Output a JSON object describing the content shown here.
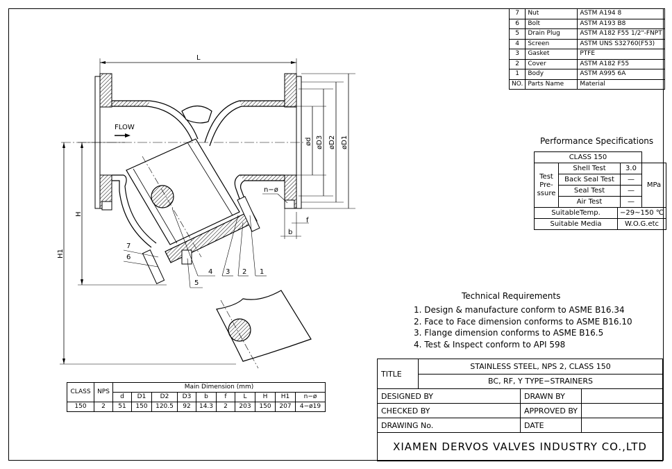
{
  "parts_list": {
    "header": {
      "no": "NO.",
      "name": "Parts Name",
      "material": "Material"
    },
    "rows": [
      {
        "no": "7",
        "name": "Nut",
        "material": "ASTM A194 8"
      },
      {
        "no": "6",
        "name": "Bolt",
        "material": "ASTM A193 B8"
      },
      {
        "no": "5",
        "name": "Drain Plug",
        "material": "ASTM A182 F55 1/2\"-FNPT"
      },
      {
        "no": "4",
        "name": "Screen",
        "material": "ASTM UNS S32760(F53)"
      },
      {
        "no": "3",
        "name": "Gasket",
        "material": "PTFE"
      },
      {
        "no": "2",
        "name": "Cover",
        "material": "ASTM A182 F55"
      },
      {
        "no": "1",
        "name": "Body",
        "material": "ASTM A995 6A"
      }
    ]
  },
  "performance": {
    "title": "Performance Specifications",
    "class": "CLASS 150",
    "test_pressure_label": "Test Pre- ssure",
    "tests": [
      {
        "name": "Shell Test",
        "value": "3.0"
      },
      {
        "name": "Back Seal Test",
        "value": "—"
      },
      {
        "name": "Seal Test",
        "value": "—"
      },
      {
        "name": "Air Test",
        "value": "—"
      }
    ],
    "unit": "MPa",
    "temp_label": "SuitableTemp.",
    "temp_value": "−29~150 ℃",
    "media_label": "Suitable Media",
    "media_value": "W.O.G.etc"
  },
  "technical": {
    "title": "Technical Requirements",
    "items": [
      "1. Design & manufacture conform to ASME B16.34",
      "2. Face to Face dimension conforms to ASME B16.10",
      "3. Flange dimension conforms to ASME B16.5",
      "4. Test & Inspect conform to API 598"
    ]
  },
  "dimensions": {
    "class_label": "CLASS",
    "nps_label": "NPS",
    "main_label": "Main Dimension (mm)",
    "columns": [
      "d",
      "D1",
      "D2",
      "D3",
      "b",
      "f",
      "L",
      "H",
      "H1",
      "n−ø"
    ],
    "class_value": "150",
    "nps_value": "2",
    "values": [
      "51",
      "150",
      "120.5",
      "92",
      "14.3",
      "2",
      "203",
      "150",
      "207",
      "4−ø19"
    ]
  },
  "title_block": {
    "title_label": "TITLE",
    "title_line1": "STAINLESS STEEL, NPS 2, CLASS 150",
    "title_line2": "BC, RF, Y TYPE−STRAINERS",
    "designed_by": "DESIGNED BY",
    "drawn_by": "DRAWN BY",
    "checked_by": "CHECKED BY",
    "approved_by": "APPROVED BY",
    "drawing_no": "DRAWING No.",
    "date": "DATE",
    "company": "XIAMEN DERVOS VALVES INDUSTRY CO.,LTD"
  },
  "drawing_labels": {
    "L": "L",
    "flow": "FLOW",
    "H": "H",
    "H1": "H1",
    "d": "ød",
    "D3": "øD3",
    "D2": "øD2",
    "D1": "øD1",
    "n_phi": "n−ø",
    "f": "f",
    "b": "b",
    "callouts": [
      "1",
      "2",
      "3",
      "4",
      "5",
      "6",
      "7"
    ]
  }
}
